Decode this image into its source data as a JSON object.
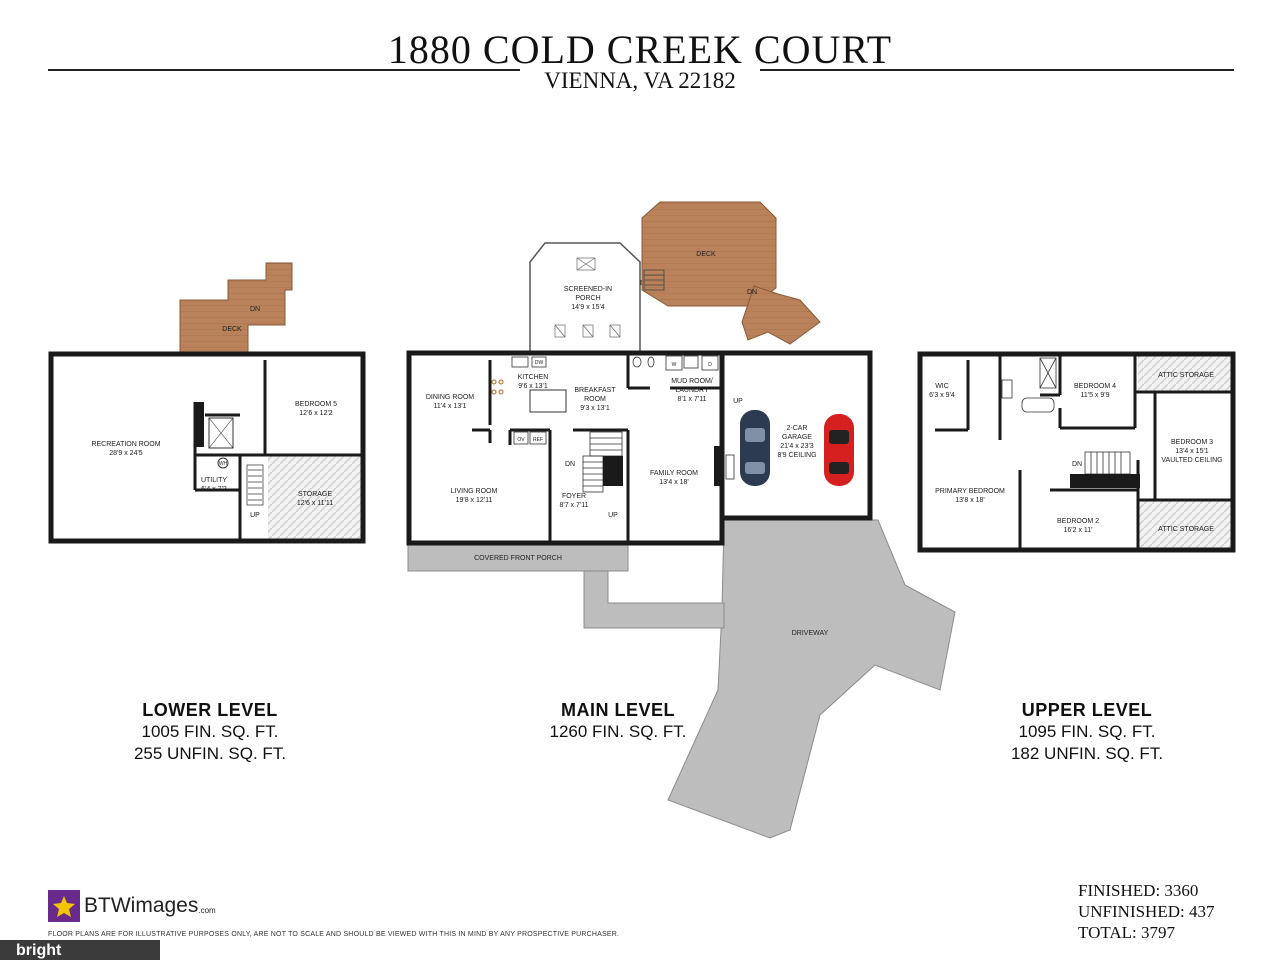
{
  "header": {
    "title": "1880 COLD CREEK COURT",
    "subtitle": "VIENNA, VA 22182"
  },
  "levels": {
    "lower": {
      "name": "LOWER LEVEL",
      "line1": "1005 FIN. SQ. FT.",
      "line2": "255 UNFIN. SQ. FT."
    },
    "main": {
      "name": "MAIN LEVEL",
      "line1": "1260 FIN. SQ. FT."
    },
    "upper": {
      "name": "UPPER LEVEL",
      "line1": "1095 FIN. SQ. FT.",
      "line2": "182 UNFIN. SQ. FT."
    }
  },
  "totals": {
    "finished": "FINISHED: 3360",
    "unfinished": "UNFINISHED: 437",
    "total": "TOTAL: 3797"
  },
  "brand": {
    "logo_text": "BTWimages",
    "logo_domain": ".com",
    "disclaimer": "FLOOR PLANS ARE FOR ILLUSTRATIVE PURPOSES ONLY, ARE NOT TO SCALE AND SHOULD BE VIEWED WITH THIS IN MIND BY ANY PROSPECTIVE PURCHASER.",
    "footer_badge": "bright"
  },
  "rooms": {
    "lower": {
      "deck": "DECK",
      "dn": "DN",
      "rec_name": "RECREATION ROOM",
      "rec_dim": "28'9 x 24'5",
      "bed5_name": "BEDROOM 5",
      "bed5_dim": "12'6 x 12'2",
      "utility_name": "UTILITY",
      "utility_dim": "6'4 x 7'2",
      "storage_name": "STORAGE",
      "storage_dim": "12'6 x 11'11",
      "up": "UP",
      "wh": "WH"
    },
    "main": {
      "screened_name": "SCREENED-IN",
      "screened_name2": "PORCH",
      "screened_dim": "14'9 x 15'4",
      "deck": "DECK",
      "dn1": "DN",
      "dn2": "DN",
      "dining_name": "DINING ROOM",
      "dining_dim": "11'4 x 13'1",
      "kitchen_name": "KITCHEN",
      "kitchen_dim": "9'6 x 13'1",
      "breakfast_name": "BREAKFAST",
      "breakfast_name2": "ROOM",
      "breakfast_dim": "9'3 x 13'1",
      "mud_name": "MUD ROOM/",
      "mud_name2": "LAUNDRY",
      "mud_dim": "8'1 x 7'11",
      "garage_name": "2-CAR",
      "garage_name2": "GARAGE",
      "garage_dim": "21'4 x 23'3",
      "garage_dim2": "8'9 CEILING",
      "living_name": "LIVING ROOM",
      "living_dim": "19'8 x 12'11",
      "foyer_name": "FOYER",
      "foyer_dim": "8'7 x 7'11",
      "family_name": "FAMILY ROOM",
      "family_dim": "13'4 x 18'",
      "porch_name": "COVERED FRONT PORCH",
      "driveway": "DRIVEWAY",
      "dw": "DW",
      "ov": "OV",
      "ref": "REF",
      "up1": "UP",
      "up2": "UP",
      "dn3": "DN",
      "w": "W",
      "d": "D"
    },
    "upper": {
      "wic_name": "WIC",
      "wic_dim": "6'3 x 9'4",
      "bed4_name": "BEDROOM 4",
      "bed4_dim": "11'5 x 9'9",
      "attic1": "ATTIC STORAGE",
      "attic2": "ATTIC STORAGE",
      "bed3_name": "BEDROOM 3",
      "bed3_dim": "13'4 x 15'1",
      "bed3_dim2": "VAULTED CEILING",
      "primary_name": "PRIMARY BEDROOM",
      "primary_dim": "13'8 x 18'",
      "bed2_name": "BEDROOM 2",
      "bed2_dim": "16'2 x 11'",
      "dn": "DN"
    }
  },
  "colors": {
    "wall": "#1a1a1a",
    "deck": "#b9825a",
    "deck_line": "#a06e49",
    "concrete": "#bdbdbd",
    "storage_hatch": "#cfcfcf",
    "car_blue": "#2c3a52",
    "car_red": "#d62020"
  }
}
